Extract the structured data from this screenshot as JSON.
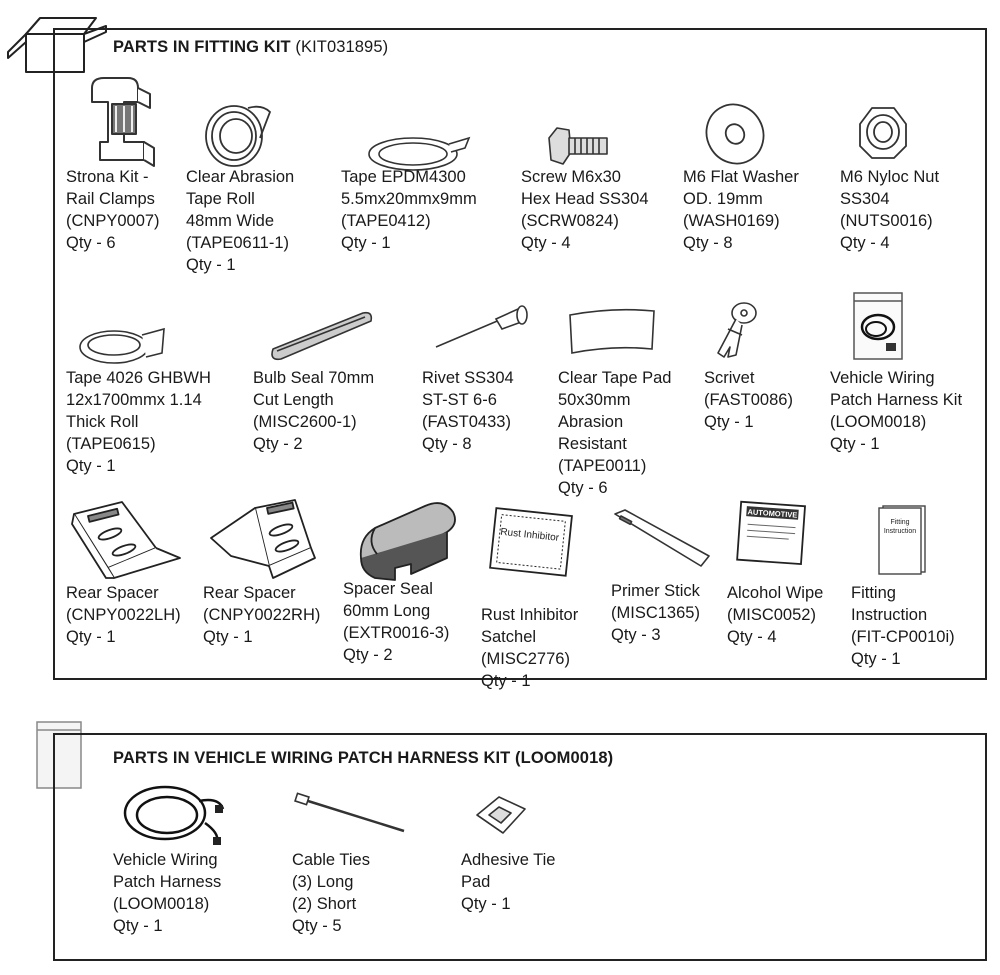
{
  "kit_panel": {
    "title": "PARTS IN FITTING KIT",
    "code": "(KIT031895)",
    "icon": "open-box-icon",
    "items": [
      {
        "lines": [
          "Strona Kit -",
          "Rail Clamps",
          "(CNPY0007)",
          "Qty - 6"
        ],
        "icon": "rail-clamp-icon"
      },
      {
        "lines": [
          "Clear Abrasion",
          "Tape Roll",
          "48mm Wide",
          "(TAPE0611-1)",
          "Qty - 1"
        ],
        "icon": "tape-roll-icon"
      },
      {
        "lines": [
          "Tape EPDM4300",
          "5.5mx20mmx9mm",
          "(TAPE0412)",
          "Qty - 1"
        ],
        "icon": "tape-coil-icon"
      },
      {
        "lines": [
          "Screw M6x30",
          "Hex Head SS304",
          "(SCRW0824)",
          "Qty - 4"
        ],
        "icon": "hex-screw-icon"
      },
      {
        "lines": [
          "M6 Flat Washer",
          "OD. 19mm",
          "(WASH0169)",
          "Qty - 8"
        ],
        "icon": "flat-washer-icon"
      },
      {
        "lines": [
          "M6 Nyloc Nut",
          "SS304",
          "(NUTS0016)",
          "Qty - 4"
        ],
        "icon": "nyloc-nut-icon"
      },
      {
        "lines": [
          "Tape 4026 GHBWH",
          "12x1700mmx 1.14",
          "Thick Roll",
          "(TAPE0615)",
          "Qty - 1"
        ],
        "icon": "tape-strip-icon"
      },
      {
        "lines": [
          "Bulb Seal 70mm",
          "Cut Length",
          "(MISC2600-1)",
          "Qty - 2"
        ],
        "icon": "bulb-seal-icon"
      },
      {
        "lines": [
          "Rivet SS304",
          "ST-ST 6-6",
          "(FAST0433)",
          "Qty - 8"
        ],
        "icon": "rivet-icon"
      },
      {
        "lines": [
          "Clear Tape Pad",
          "50x30mm",
          "Abrasion",
          "Resistant",
          "(TAPE0011)",
          "Qty - 6"
        ],
        "icon": "tape-pad-icon"
      },
      {
        "lines": [
          "Scrivet",
          "(FAST0086)",
          "Qty - 1"
        ],
        "icon": "scrivet-icon"
      },
      {
        "lines": [
          "Vehicle Wiring",
          "Patch Harness Kit",
          "(LOOM0018)",
          "Qty - 1"
        ],
        "icon": "wiring-bag-icon"
      },
      {
        "lines": [
          "Rear Spacer",
          "(CNPY0022LH)",
          "Qty - 1"
        ],
        "icon": "rear-spacer-lh-icon"
      },
      {
        "lines": [
          "Rear Spacer",
          "(CNPY0022RH)",
          "Qty - 1"
        ],
        "icon": "rear-spacer-rh-icon"
      },
      {
        "lines": [
          "Spacer Seal",
          "60mm Long",
          "(EXTR0016-3)",
          "Qty - 2"
        ],
        "icon": "spacer-seal-icon"
      },
      {
        "lines": [
          "Rust Inhibitor",
          "Satchel",
          "(MISC2776)",
          "Qty - 1"
        ],
        "icon": "rust-inhibitor-satchel-icon",
        "label": "Rust Inhibitor"
      },
      {
        "lines": [
          "Primer Stick",
          "(MISC1365)",
          "Qty - 3"
        ],
        "icon": "primer-stick-icon"
      },
      {
        "lines": [
          "Alcohol Wipe",
          "(MISC0052)",
          "Qty - 4"
        ],
        "icon": "alcohol-wipe-icon",
        "label": "AUTOMOTIVE"
      },
      {
        "lines": [
          "Fitting",
          "Instruction",
          "(FIT-CP0010i)",
          "Qty - 1"
        ],
        "icon": "instruction-booklet-icon",
        "label": "Fitting Instruction"
      }
    ]
  },
  "harness_panel": {
    "title": "PARTS IN VEHICLE WIRING PATCH HARNESS KIT (LOOM0018)",
    "icon": "zip-bag-icon",
    "items": [
      {
        "lines": [
          "Vehicle Wiring",
          "Patch Harness",
          "(LOOM0018)",
          "Qty - 1"
        ],
        "icon": "wiring-harness-icon"
      },
      {
        "lines": [
          "Cable Ties",
          "(3) Long",
          "(2) Short",
          "Qty - 5"
        ],
        "icon": "cable-tie-icon"
      },
      {
        "lines": [
          "Adhesive Tie",
          "Pad"
        ],
        "qty": "Qty - 1",
        "icon": "adhesive-tie-pad-icon"
      }
    ]
  }
}
